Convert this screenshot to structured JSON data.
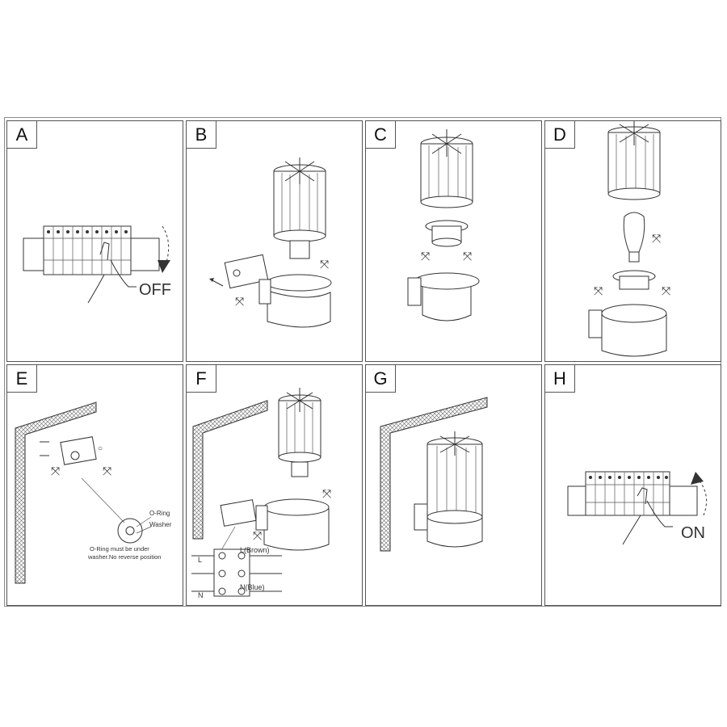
{
  "steps": [
    {
      "id": "A",
      "label": "A",
      "annotation": "OFF"
    },
    {
      "id": "B",
      "label": "B"
    },
    {
      "id": "C",
      "label": "C"
    },
    {
      "id": "D",
      "label": "D"
    },
    {
      "id": "E",
      "label": "E",
      "callouts": {
        "oring": "O-Ring",
        "washer": "Washer",
        "note_line1": "O-Ring must be under",
        "note_line2": "washer.No reverse position"
      }
    },
    {
      "id": "F",
      "label": "F",
      "wiring": {
        "l_left": "L",
        "l_right": "L(Brown)",
        "n_left": "N",
        "n_right": "N(Blue)"
      }
    },
    {
      "id": "G",
      "label": "G"
    },
    {
      "id": "H",
      "label": "H",
      "annotation": "ON"
    }
  ],
  "colors": {
    "line": "#333333",
    "frame": "#555555",
    "background": "#ffffff"
  }
}
